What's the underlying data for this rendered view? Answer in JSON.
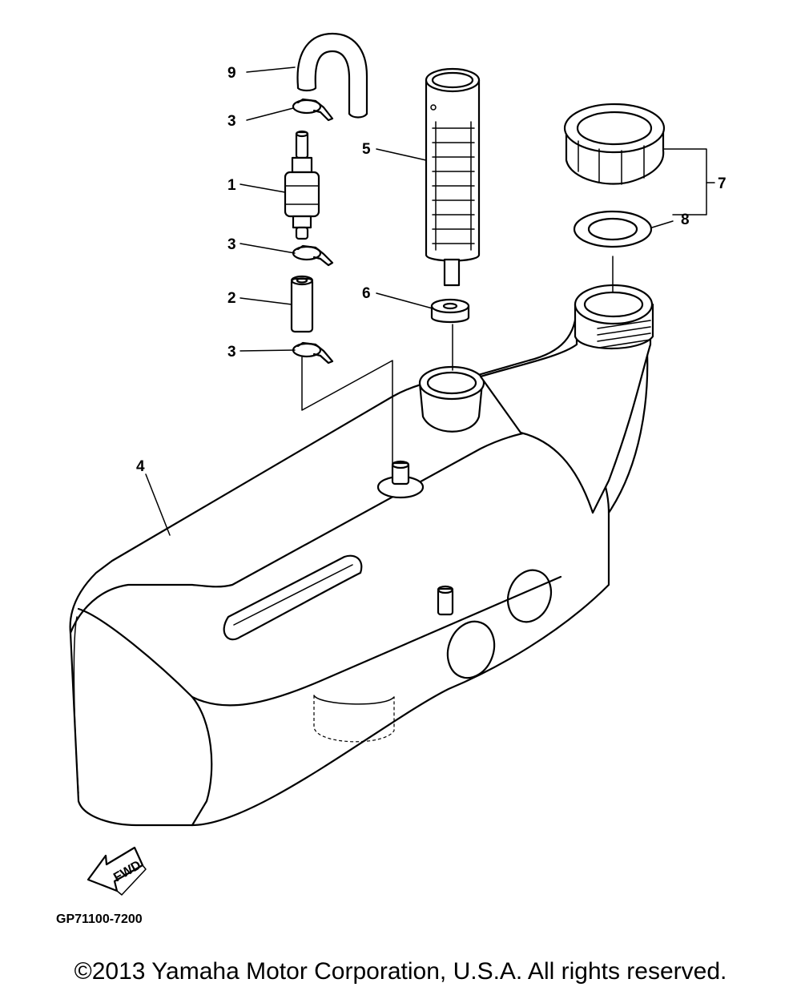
{
  "diagram": {
    "callouts": {
      "c9": "9",
      "c3a": "3",
      "c1": "1",
      "c3b": "3",
      "c2": "2",
      "c3c": "3",
      "c5": "5",
      "c6": "6",
      "c7": "7",
      "c8": "8",
      "c4": "4"
    },
    "fwd_label": "FWD",
    "part_number": "GP71100-7200"
  },
  "footer": {
    "copyright": "©2013 Yamaha Motor Corporation, U.S.A. All rights reserved."
  }
}
